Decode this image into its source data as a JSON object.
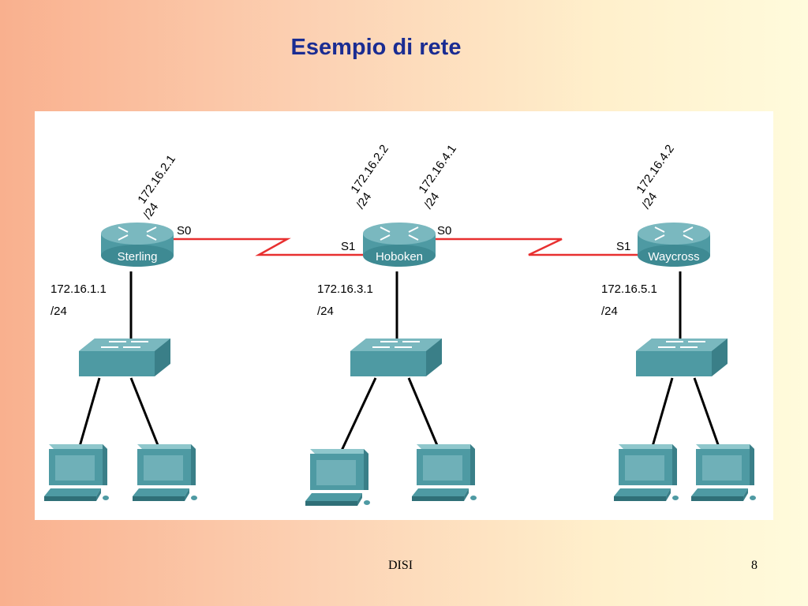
{
  "slide": {
    "title": "Esempio di rete",
    "footer": "DISI",
    "page_number": "8"
  },
  "colors": {
    "title": "#1a2c92",
    "serial_link": "#e83030",
    "device": "#4e9aa3"
  },
  "routers": [
    {
      "name": "Sterling",
      "serial_ip": "172.16.2.1",
      "serial_mask": "/24",
      "serial_interface": "S0",
      "lan_ip": "172.16.1.1",
      "lan_mask": "/24"
    },
    {
      "name": "Hoboken",
      "left_interface": "S1",
      "left_ip": "172.16.2.2",
      "left_mask": "/24",
      "right_interface": "S0",
      "right_ip": "172.16.4.1",
      "right_mask": "/24",
      "lan_ip": "172.16.3.1",
      "lan_mask": "/24"
    },
    {
      "name": "Waycross",
      "serial_interface": "S1",
      "serial_ip": "172.16.4.2",
      "serial_mask": "/24",
      "lan_ip": "172.16.5.1",
      "lan_mask": "/24"
    }
  ]
}
